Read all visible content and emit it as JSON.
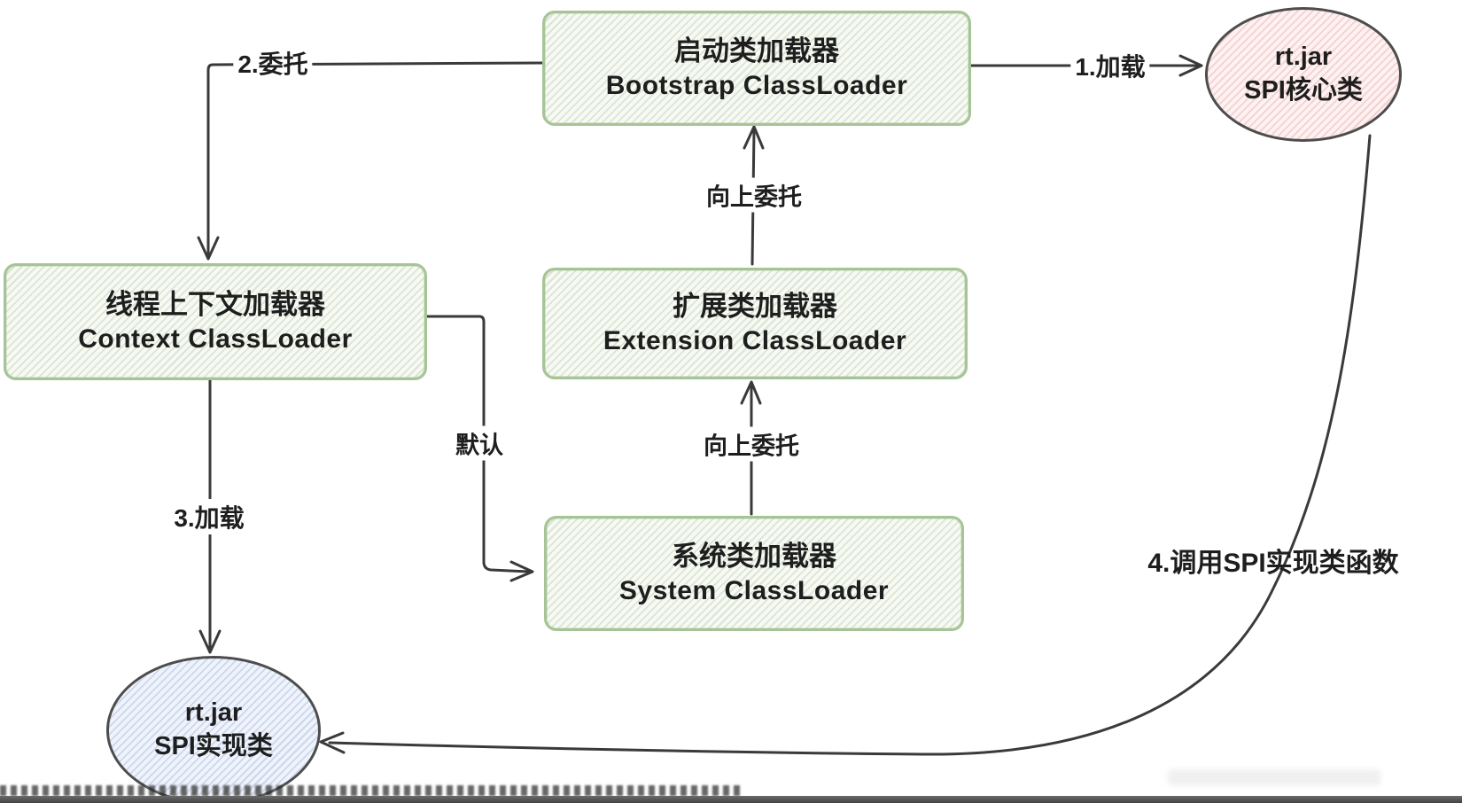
{
  "nodes": {
    "bootstrap": {
      "zh": "启动类加载器",
      "en": "Bootstrap ClassLoader"
    },
    "extension": {
      "zh": "扩展类加载器",
      "en": "Extension ClassLoader"
    },
    "system": {
      "zh": "系统类加载器",
      "en": "System ClassLoader"
    },
    "context": {
      "zh": "线程上下文加载器",
      "en": "Context ClassLoader"
    },
    "spi_core": {
      "line1": "rt.jar",
      "line2": "SPI核心类"
    },
    "spi_impl": {
      "line1": "rt.jar",
      "line2": "SPI实现类"
    }
  },
  "edges": {
    "load_core": "1.加载",
    "delegate": "2.委托",
    "up_delegate_top": "向上委托",
    "up_delegate_bottom": "向上委托",
    "default_parent": "默认",
    "load_impl": "3.加载",
    "call_impl": "4.调用SPI实现类函数"
  },
  "colors": {
    "line": "#3a3a3a",
    "box_border": "#a6c496",
    "box_fill": "#f7faf3",
    "core_fill": "#fdf1f1",
    "impl_fill": "#eff3fb",
    "text": "#1e1e1e"
  }
}
